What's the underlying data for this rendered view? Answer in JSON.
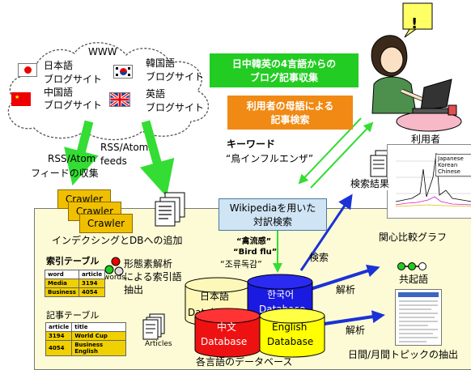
{
  "www": {
    "label": "WWW",
    "blogs": {
      "ja": [
        "日本語",
        "ブログサイト"
      ],
      "ko": [
        "韓国語",
        "ブログサイト"
      ],
      "zh": [
        "中国語",
        "ブログサイト"
      ],
      "en": [
        "英語",
        "ブログサイト"
      ]
    }
  },
  "feeds": {
    "left": [
      "RSS/Atom",
      "フィードの収集"
    ],
    "right": [
      "RSS/Atom",
      "feeds"
    ]
  },
  "crawlers": [
    "Crawler",
    "Crawler",
    "Crawler"
  ],
  "banners": {
    "collect": [
      "日中韓英の4言語からの",
      "ブログ記事収集"
    ],
    "search": [
      "利用者の母語による",
      "記事検索"
    ]
  },
  "keyword": {
    "title": "キーワード",
    "value": "“鳥インフルエンザ”"
  },
  "user_label": "利用者",
  "search_results": "検索結果",
  "legend": [
    "Japanese",
    "Korean",
    "Chinese"
  ],
  "wiki_box": [
    "Wikipediaを用いた",
    "対訳検索"
  ],
  "indexing_label": "インデクシングとDBへの追加",
  "translations": [
    "“禽流感”",
    "“Bird flu”",
    "“조류독감”"
  ],
  "search_arrow_label": "検索",
  "index_table": {
    "title": "索引テーブル",
    "headers": [
      "word",
      "article"
    ],
    "rows": [
      [
        "Media",
        "3194"
      ],
      [
        "Business",
        "4054"
      ]
    ],
    "words_label": "words"
  },
  "morph": [
    "形態素解析",
    "による索引語",
    "抽出"
  ],
  "article_table": {
    "title": "記事テーブル",
    "headers": [
      "article",
      "title"
    ],
    "rows": [
      [
        "3194",
        "World Cup"
      ],
      [
        "4054",
        "Business English"
      ]
    ],
    "articles_label": "Articles"
  },
  "databases": {
    "ja": [
      "日本語",
      "Database"
    ],
    "ko": [
      "한국어",
      "Database"
    ],
    "zh": [
      "中文",
      "Database"
    ],
    "en": [
      "English",
      "Database"
    ]
  },
  "db_caption": "各言語のデータベース",
  "analysis_label": "解析",
  "graph_label": "関心比較グラフ",
  "cooccurrence_label": "共起語",
  "topics_label": "日間/月間トピックの抽出",
  "bubble_mark": "!",
  "colors": {
    "green_banner": "#22cc22",
    "orange_banner": "#f08a14",
    "wiki_box": "#cfe4f4",
    "crawler": "#f0c000",
    "db_yellow_bg": "#fdfbd5",
    "db_red": "#ee1111",
    "db_blue": "#1a1ae0",
    "db_yellow": "#ffff00",
    "arrow_green": "#33dd33",
    "arrow_blue": "#1a32d6"
  }
}
